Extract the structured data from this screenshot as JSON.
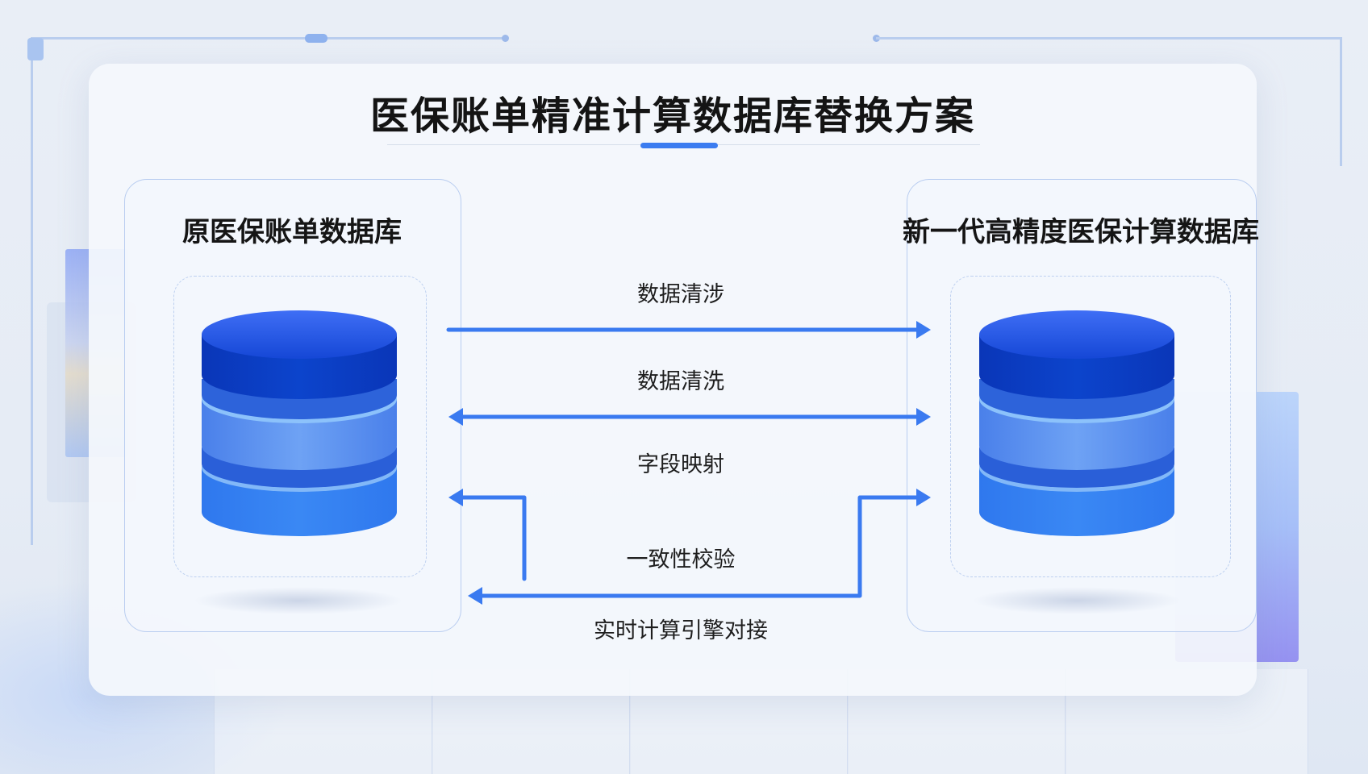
{
  "title": "医保账单精准计算数据库替换方案",
  "left_db": {
    "label": "原医保账单数据库",
    "icon": "database-icon"
  },
  "right_db": {
    "label": "新一代高精度医保计算数据库",
    "icon": "database-icon"
  },
  "flows": [
    {
      "label": "数据清涉",
      "direction": "left-to-right"
    },
    {
      "label": "数据清洗",
      "direction": "bidirectional"
    },
    {
      "label": "字段映射",
      "direction": "none"
    },
    {
      "label": "一致性校验",
      "direction": "loop"
    },
    {
      "label": "实时计算引擎对接",
      "direction": "right-to-left"
    }
  ],
  "colors": {
    "accent": "#3b7cf0",
    "arrow": "#3a7af0",
    "db_dark": "#0c3fc7",
    "db_mid": "#4a86ee",
    "db_light": "#8fc2fa"
  }
}
